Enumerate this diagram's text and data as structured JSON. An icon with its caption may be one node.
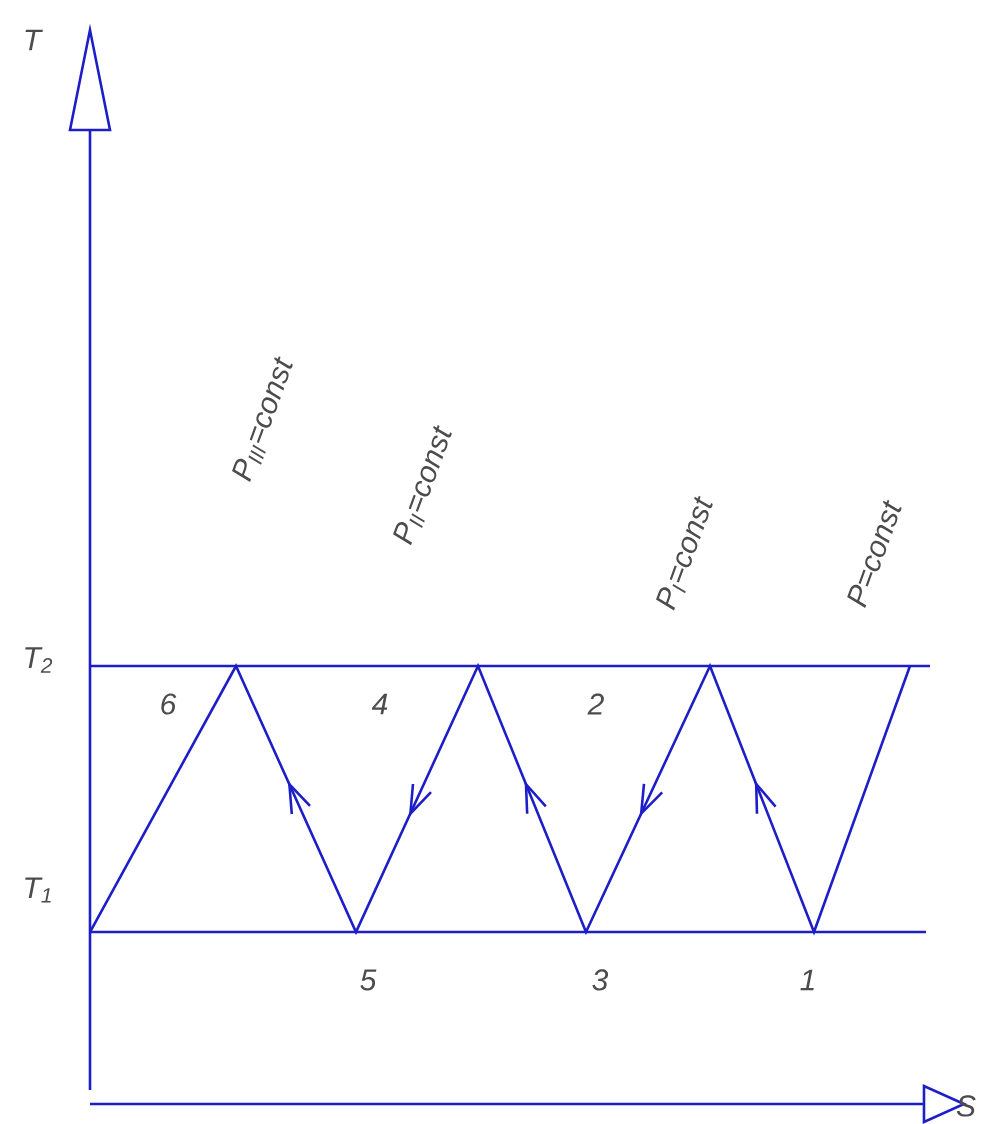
{
  "diagram": {
    "labels": [
      "T",
      "P$_{III}$=const",
      "P$_{II}$=const",
      "P$_{I}$=const",
      "P=const",
      "T$_{2}$",
      "6",
      "4",
      "2",
      "T$_{1}$",
      "5",
      "3",
      "1",
      "S"
    ]
  }
}
